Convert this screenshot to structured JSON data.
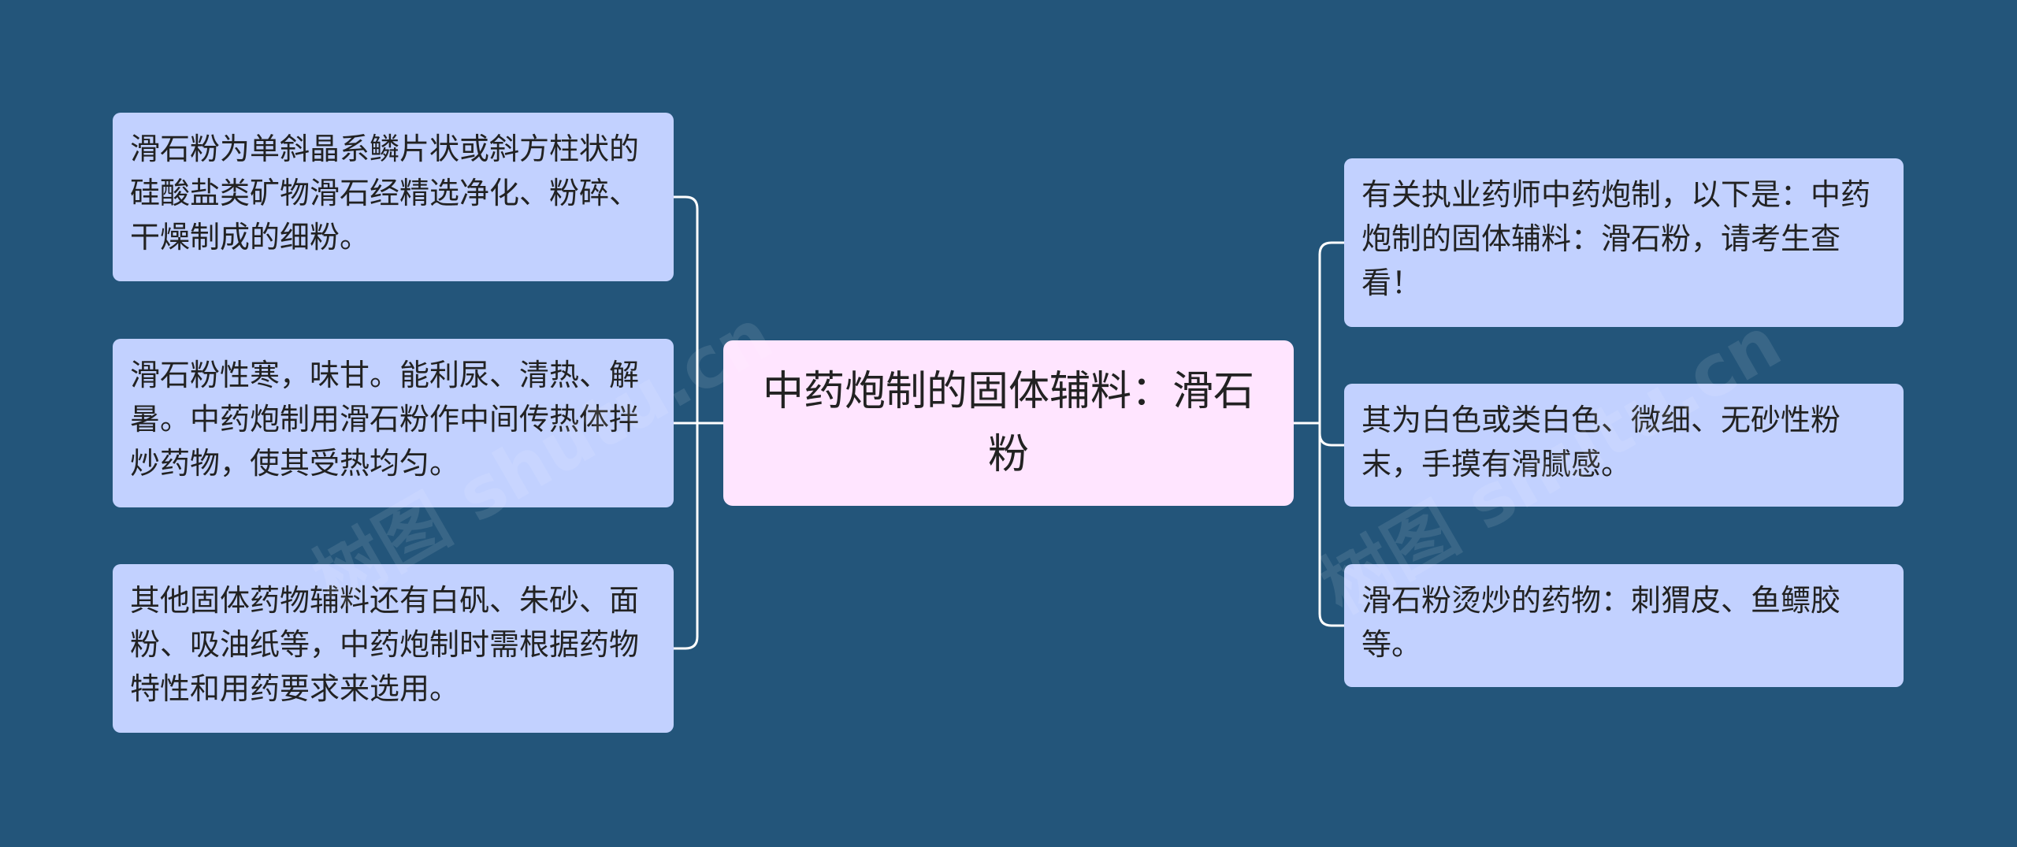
{
  "center": {
    "text": "中药炮制的固体辅料：滑石粉"
  },
  "left_nodes": [
    {
      "text": "滑石粉为单斜晶系鳞片状或斜方柱状的硅酸盐类矿物滑石经精选净化、粉碎、干燥制成的细粉。"
    },
    {
      "text": "滑石粉性寒，味甘。能利尿、清热、解暑。中药炮制用滑石粉作中间传热体拌炒药物，使其受热均匀。"
    },
    {
      "text": "其他固体药物辅料还有白矾、朱砂、面粉、吸油纸等，中药炮制时需根据药物特性和用药要求来选用。"
    }
  ],
  "right_nodes": [
    {
      "text": "有关执业药师中药炮制，以下是：中药炮制的固体辅料：滑石粉，请考生查看！"
    },
    {
      "text": "其为白色或类白色、微细、无砂性粉末，手摸有滑腻感。"
    },
    {
      "text": "滑石粉烫炒的药物：刺猬皮、鱼鳔胶等。"
    }
  ],
  "watermark": "树图 shutu.cn",
  "colors": {
    "background": "#23557a",
    "center_fill": "#ffe5ff",
    "node_fill": "#c2d1ff",
    "connector": "#ffffff",
    "text": "#222222"
  }
}
